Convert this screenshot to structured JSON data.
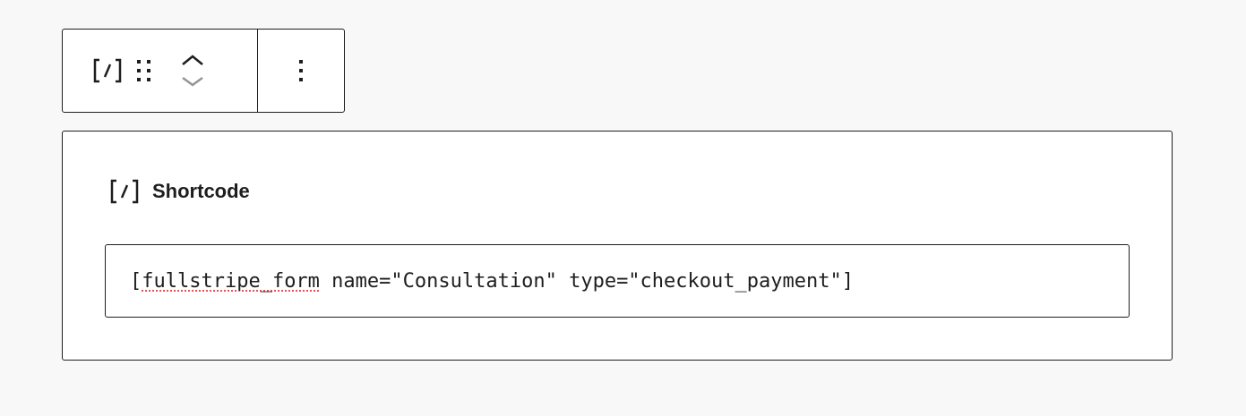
{
  "toolbar": {
    "block_type_icon": "shortcode-icon",
    "drag_icon": "drag-handle-icon",
    "move_up_icon": "chevron-up-icon",
    "move_down_icon": "chevron-down-icon",
    "options_icon": "more-vertical-icon"
  },
  "block": {
    "label": "Shortcode",
    "icon": "shortcode-icon",
    "input": {
      "misspelled": "fullstripe_form",
      "prefix": "[",
      "suffix": " name=\"Consultation\" type=\"checkout_payment\"]"
    }
  },
  "colors": {
    "background": "#f8f8f8",
    "border": "#1e1e1e",
    "spellcheck": "#e65054",
    "disabled_icon": "#949494"
  }
}
